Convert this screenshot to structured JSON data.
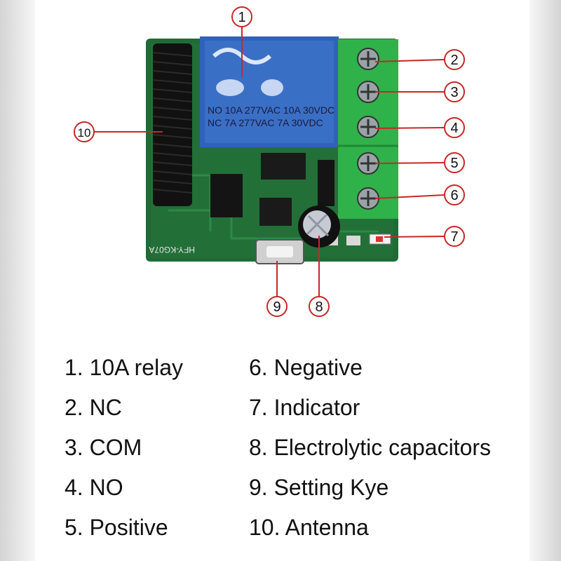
{
  "callouts": [
    "1",
    "2",
    "3",
    "4",
    "5",
    "6",
    "7",
    "8",
    "9",
    "10"
  ],
  "relay": {
    "line1": "NO 10A 277VAC 10A 30VDC",
    "line2": "NC 7A  277VAC 7A  30VDC"
  },
  "board": {
    "model": "HFY-KG07A"
  },
  "legend": {
    "left": [
      "1. 10A relay",
      "2. NC",
      "3. COM",
      "4. NO",
      "5. Positive"
    ],
    "right": [
      "6. Negative",
      "7. Indicator",
      "8. Electrolytic capacitors",
      "9. Setting Kye",
      "10. Antenna"
    ]
  },
  "colors": {
    "pcb": "#1f6b35",
    "relay": "#2f62b8",
    "terminal": "#2fb24a",
    "callout": "#c62828"
  }
}
